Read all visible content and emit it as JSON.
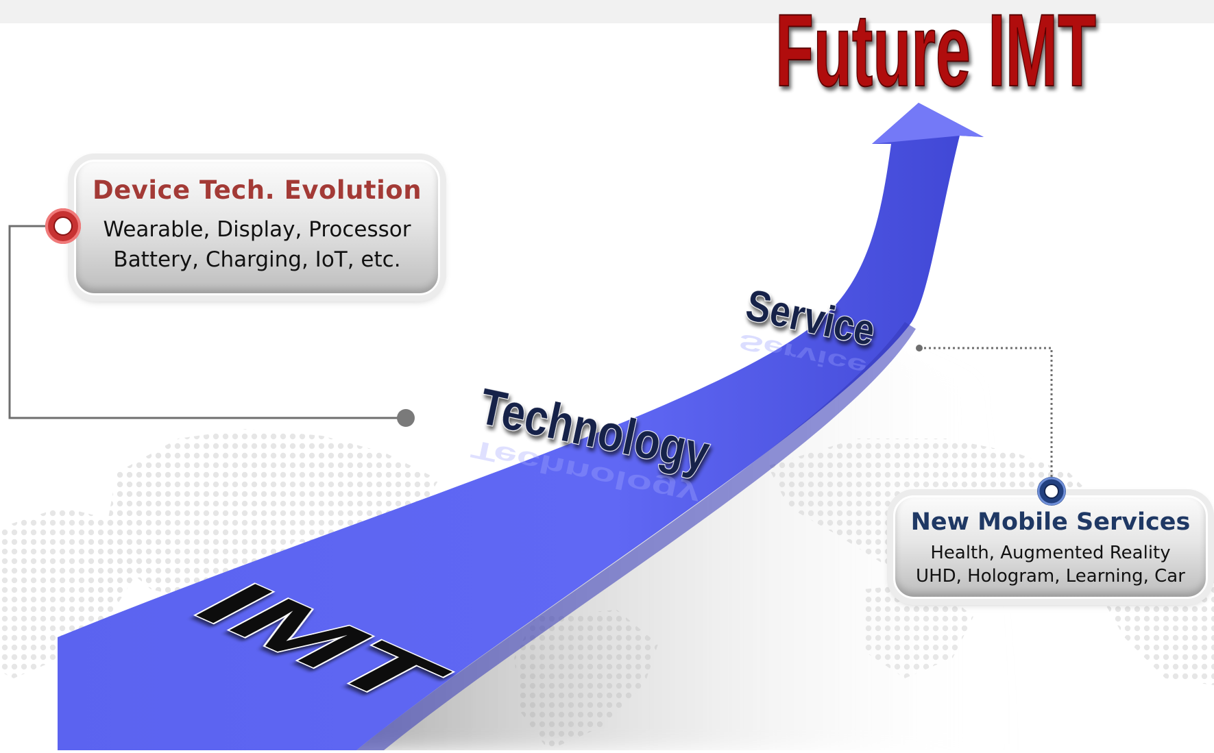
{
  "title": "Future IMT",
  "arrow_labels": {
    "base": "IMT",
    "middle": "Technology",
    "upper": "Service"
  },
  "device_callout": {
    "title": "Device Tech. Evolution",
    "line1": "Wearable, Display, Processor",
    "line2": "Battery, Charging, IoT, etc."
  },
  "services_callout": {
    "title": "New Mobile Services",
    "line1": "Health, Augmented Reality",
    "line2": "UHD, Hologram, Learning, Car"
  },
  "colors": {
    "arrow": "#5a62ef",
    "title_red": "#b00e0e",
    "device_title": "#a33a36",
    "services_title": "#1f3864",
    "label_navy": "#14204a",
    "connector": "#6e6e6e"
  }
}
